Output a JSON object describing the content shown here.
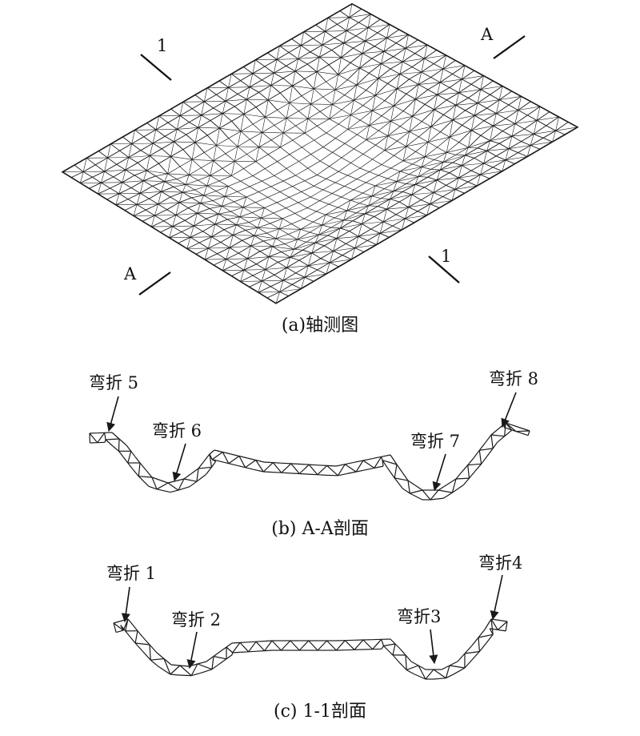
{
  "panel_a": {
    "caption": "(a)轴测图",
    "cut_labels": {
      "aa_top": "A",
      "aa_bottom": "A",
      "one_top": "1",
      "one_bottom": "1"
    }
  },
  "panel_b": {
    "caption": "(b) A-A剖面",
    "labels": {
      "b5": "弯折 5",
      "b6": "弯折 6",
      "b7": "弯折 7",
      "b8": "弯折 8"
    }
  },
  "panel_c": {
    "caption": "(c) 1-1剖面",
    "labels": {
      "b1": "弯折 1",
      "b2": "弯折 2",
      "b3": "弯折3",
      "b4": "弯折4"
    }
  },
  "colors": {
    "line": "#1a1a1a",
    "background": "#ffffff"
  }
}
